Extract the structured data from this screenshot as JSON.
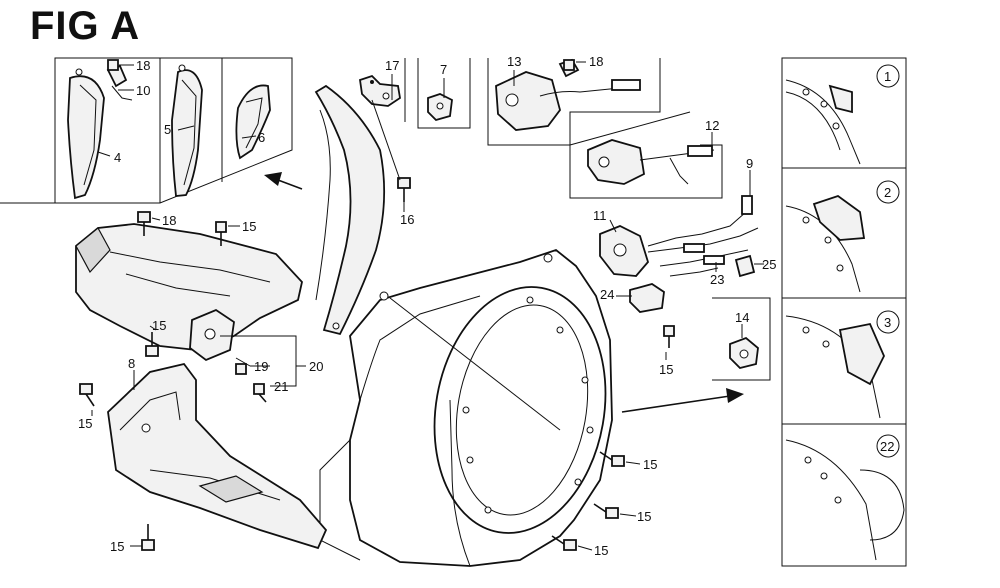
{
  "figure": {
    "title": "FIG A"
  },
  "callouts": {
    "c18a": "18",
    "c10": "10",
    "c4": "4",
    "c5": "5",
    "c6": "6",
    "c17": "17",
    "c7": "7",
    "c13": "13",
    "c18b": "18",
    "c12": "12",
    "c9": "9",
    "c11": "11",
    "c23": "23",
    "c25": "25",
    "c24": "24",
    "c15a": "15",
    "c16": "16",
    "c18c": "18",
    "c15b": "15",
    "c15c": "15",
    "c19": "19",
    "c20": "20",
    "c21": "21",
    "c8": "8",
    "c15d": "15",
    "c15e": "15",
    "c14": "14",
    "c15f": "15",
    "c15g": "15",
    "c15h": "15"
  },
  "variants": {
    "v1": "1",
    "v2": "2",
    "v3": "3",
    "v22": "22"
  }
}
